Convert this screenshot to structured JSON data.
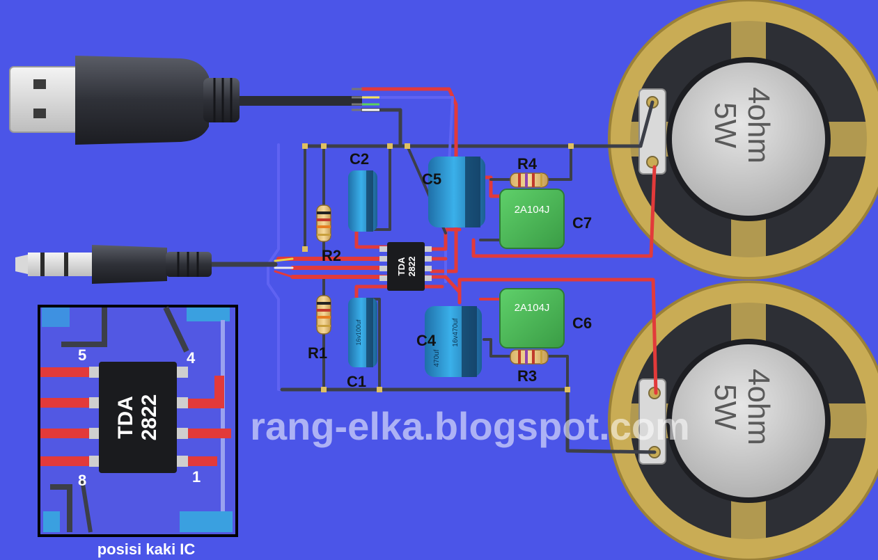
{
  "labels": {
    "c1": "C1",
    "c2": "C2",
    "c4": "C4",
    "c5": "C5",
    "c6": "C6",
    "c7": "C7",
    "r1": "R1",
    "r2": "R2",
    "r3": "R3",
    "r4": "R4"
  },
  "ic": {
    "line1": "TDA",
    "line2": "2822"
  },
  "cap_film": {
    "c6": "2A104J",
    "c7": "2A104J"
  },
  "cap_print": {
    "c4": "16v470uf",
    "c4b": "470uf",
    "c1": "16v100uf"
  },
  "speakers": [
    {
      "impedance": "4ohm",
      "power": "5W"
    },
    {
      "impedance": "4ohm",
      "power": "5W"
    }
  ],
  "watermark": "rang-elka.blogspot.com",
  "inset": {
    "caption": "posisi kaki IC",
    "pin_5": "5",
    "pin_4": "4",
    "pin_8": "8",
    "pin_1": "1",
    "ic_line1": "TDA",
    "ic_line2": "2822"
  },
  "colors": {
    "background": "#4b55e8",
    "wire_red": "#e23a3a",
    "wire_dark": "#3c3f48",
    "cap_blue": "#2f9bd8",
    "cap_green": "#4fbf5a",
    "speaker_gold": "#c9ac55"
  }
}
